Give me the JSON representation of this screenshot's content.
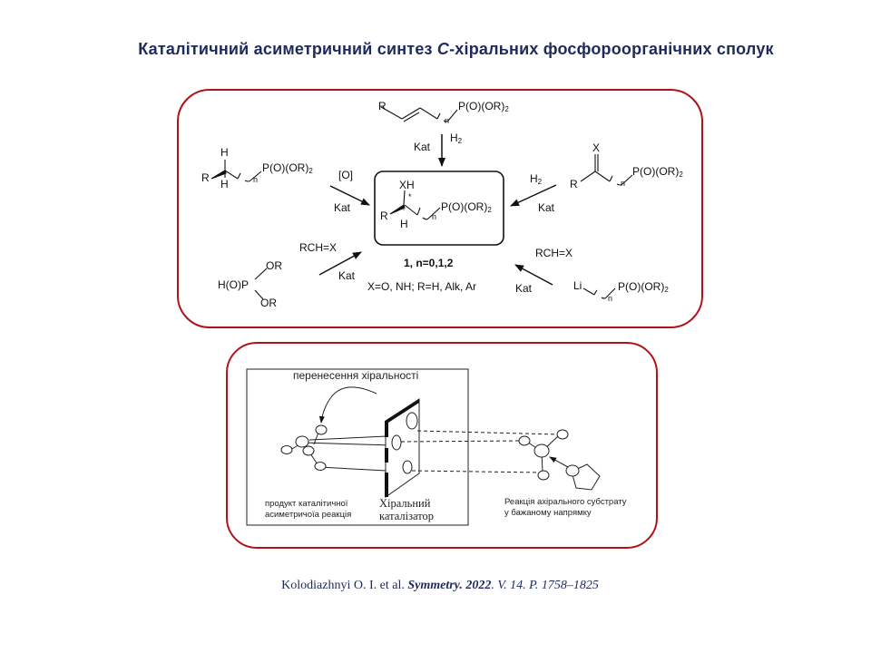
{
  "slide": {
    "title_part1": "Каталітичний  асиметричний синтез ",
    "title_italic": "С",
    "title_part2": "-хіральних фосфороорганічних сполук",
    "colors": {
      "title": "#1f2a5c",
      "frame": "#b0121b"
    }
  },
  "scheme": {
    "product": {
      "xh": "XH",
      "r": "R",
      "h": "H",
      "star": "*",
      "n": "n",
      "phosphonate": "P(O)(OR)",
      "sub2": "2",
      "label": "1, n=0,1,2",
      "conditions": "X=O, NH; R=H, Alk, Ar"
    },
    "top": {
      "r": "R",
      "n": "n",
      "phosphonate": "P(O)(OR)",
      "sub2": "2",
      "reagent": "H",
      "reagent_sub": "2",
      "catalyst": "Kat"
    },
    "top_left": {
      "h_top": "H",
      "h_bottom": "H",
      "r": "R",
      "n": "n",
      "phosphonate": "P(O)(OR)",
      "sub2": "2",
      "reagent": "[O]",
      "catalyst": "Kat"
    },
    "top_right": {
      "x": "X",
      "r": "R",
      "n": "n",
      "phosphonate": "P(O)(OR)",
      "sub2": "2",
      "reagent": "H",
      "reagent_sub": "2",
      "catalyst": "Kat"
    },
    "bottom_left": {
      "hp": "H(O)P",
      "or_top": "OR",
      "or_bottom": "OR",
      "reagent": "RCH=X",
      "catalyst": "Kat"
    },
    "bottom_right": {
      "li": "Li",
      "n": "n",
      "phosphonate": "P(O)(OR)",
      "sub2": "2",
      "reagent": "RCH=X",
      "catalyst": "Kat"
    }
  },
  "illustration": {
    "chirality_transfer": "перенесення хіральності",
    "product_label_line1": "продукт каталітичної",
    "product_label_line2": "асиметричоїа реакція",
    "catalyst_label_line1": "Хіральний",
    "catalyst_label_line2": "каталізатор",
    "substrate_label_line1": "Реакція ахірального субстрату",
    "substrate_label_line2": "у  бажаному напрямку"
  },
  "reference": {
    "authors": "Kolodiazhnyi  O. I. et al. ",
    "journal": "Symmetry",
    "year": ". 2022",
    "volume": ". V. 14. P. 1758–1825"
  }
}
